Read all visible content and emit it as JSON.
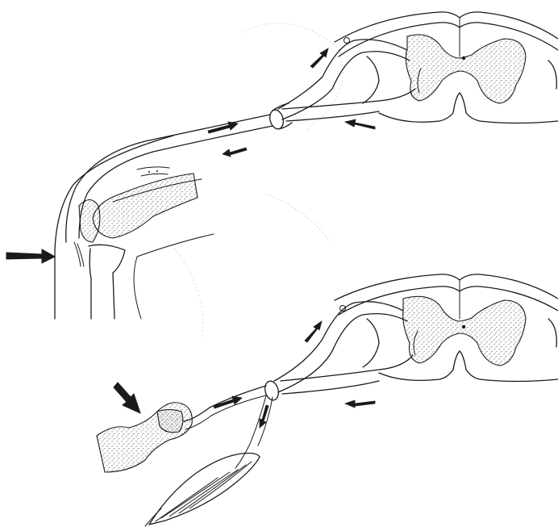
{
  "figure": {
    "ink_color": "#1a1a1a",
    "paper_color": "#ffffff",
    "panels": [
      {
        "id": "reflex-knee-jerk",
        "parts": [
          "spinal-cord-section",
          "dorsal-root",
          "ventral-root",
          "spinal-nerve",
          "knee-joint",
          "patellar-tendon",
          "tap-arrow"
        ]
      },
      {
        "id": "reflex-skin-stimulus",
        "parts": [
          "spinal-cord-section",
          "dorsal-root",
          "ventral-root",
          "spinal-nerve",
          "skin-receptor",
          "skeletal-muscle",
          "stimulus-arrow"
        ]
      }
    ]
  }
}
